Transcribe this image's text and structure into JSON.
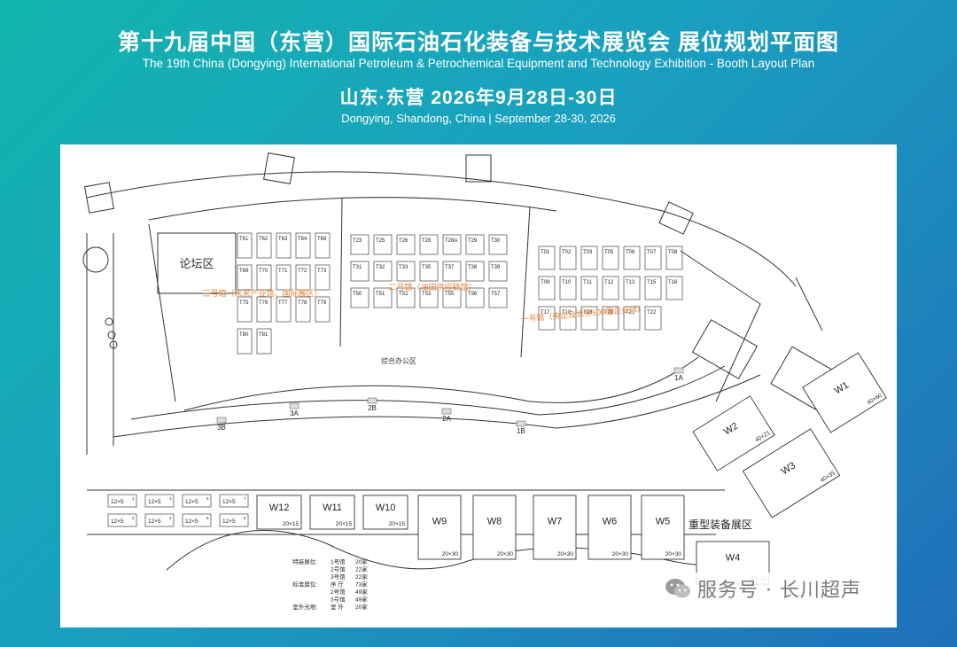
{
  "header": {
    "title_cn": "第十九届中国（东营）国际石油石化装备与技术展览会 展位规划平面图",
    "title_en": "The 19th China (Dongying) International Petroleum & Petrochemical Equipment and Technology Exhibition - Booth Layout Plan",
    "date_cn": "山东·东营  2026年9月28日-30日",
    "date_en": "Dongying, Shandong, China | September 28-30, 2026"
  },
  "map": {
    "forum": "论坛区",
    "hall3_label": "三号馆（未来产业馆、国际展区）",
    "hall2_label": "二号馆（油田供应链馆）",
    "hall1_label": "一号馆（央企及世界500强企业馆）",
    "admin_office": "综合办公区",
    "heavy_zone": "重型装备展区",
    "label_color": "#e8833a",
    "booths_hall3": [
      "T61",
      "T62",
      "T63",
      "T64",
      "T68",
      "T69",
      "T70",
      "T71",
      "T72",
      "T73",
      "T75",
      "T76",
      "T77",
      "T78",
      "T79",
      "T80",
      "T81"
    ],
    "booths_hall2": [
      "T23",
      "T25",
      "T26",
      "T28",
      "T28A",
      "T29",
      "T30",
      "T31",
      "T32",
      "T33",
      "T35",
      "T37",
      "T38",
      "T39",
      "T50",
      "T51",
      "T52",
      "T53",
      "T55",
      "T56",
      "T57"
    ],
    "booths_hall1": [
      "T01",
      "T02",
      "T03",
      "T05",
      "T06",
      "T07",
      "T08",
      "T09",
      "T10",
      "T11",
      "T12",
      "T13",
      "T15",
      "T16",
      "T17",
      "T18",
      "T19",
      "T20",
      "T21",
      "T22"
    ],
    "small_booths": [
      {
        "id": "12×5",
        "n": "1"
      },
      {
        "id": "12×5",
        "n": "2"
      },
      {
        "id": "12×5",
        "n": "3"
      },
      {
        "id": "12×5",
        "n": "4"
      },
      {
        "id": "12×5",
        "n": "5"
      },
      {
        "id": "12×5",
        "n": "6"
      },
      {
        "id": "12×5",
        "n": "7"
      },
      {
        "id": "12×5",
        "n": "8"
      }
    ],
    "outdoor": [
      {
        "id": "W12",
        "size": "20×15"
      },
      {
        "id": "W11",
        "size": "20×15"
      },
      {
        "id": "W10",
        "size": "20×15"
      },
      {
        "id": "W9",
        "size": "20×30"
      },
      {
        "id": "W8",
        "size": "20×30"
      },
      {
        "id": "W7",
        "size": "20×30"
      },
      {
        "id": "W6",
        "size": "20×30"
      },
      {
        "id": "W5",
        "size": "20×30"
      },
      {
        "id": "W4",
        "size": "35×20"
      },
      {
        "id": "W3",
        "size": "40×35"
      },
      {
        "id": "W2",
        "size": "40×21"
      },
      {
        "id": "W1",
        "size": "40×60"
      }
    ],
    "entrances": [
      "3B",
      "3A",
      "2B",
      "2A",
      "1B",
      "1A"
    ],
    "stats": [
      {
        "cat": "特装展位:",
        "hall": "1号馆",
        "count": "20家"
      },
      {
        "cat": "",
        "hall": "2号馆",
        "count": "22家"
      },
      {
        "cat": "",
        "hall": "3号馆",
        "count": "22家"
      },
      {
        "cat": "标准展位:",
        "hall": "序 厅",
        "count": "73家"
      },
      {
        "cat": "",
        "hall": "2号馆",
        "count": "49家"
      },
      {
        "cat": "",
        "hall": "3号馆",
        "count": "49家"
      },
      {
        "cat": "室外光地:",
        "hall": "室 外",
        "count": "20家"
      }
    ]
  },
  "watermark": {
    "text": "服务号 · 长川超声",
    "icon": "wechat-icon"
  }
}
